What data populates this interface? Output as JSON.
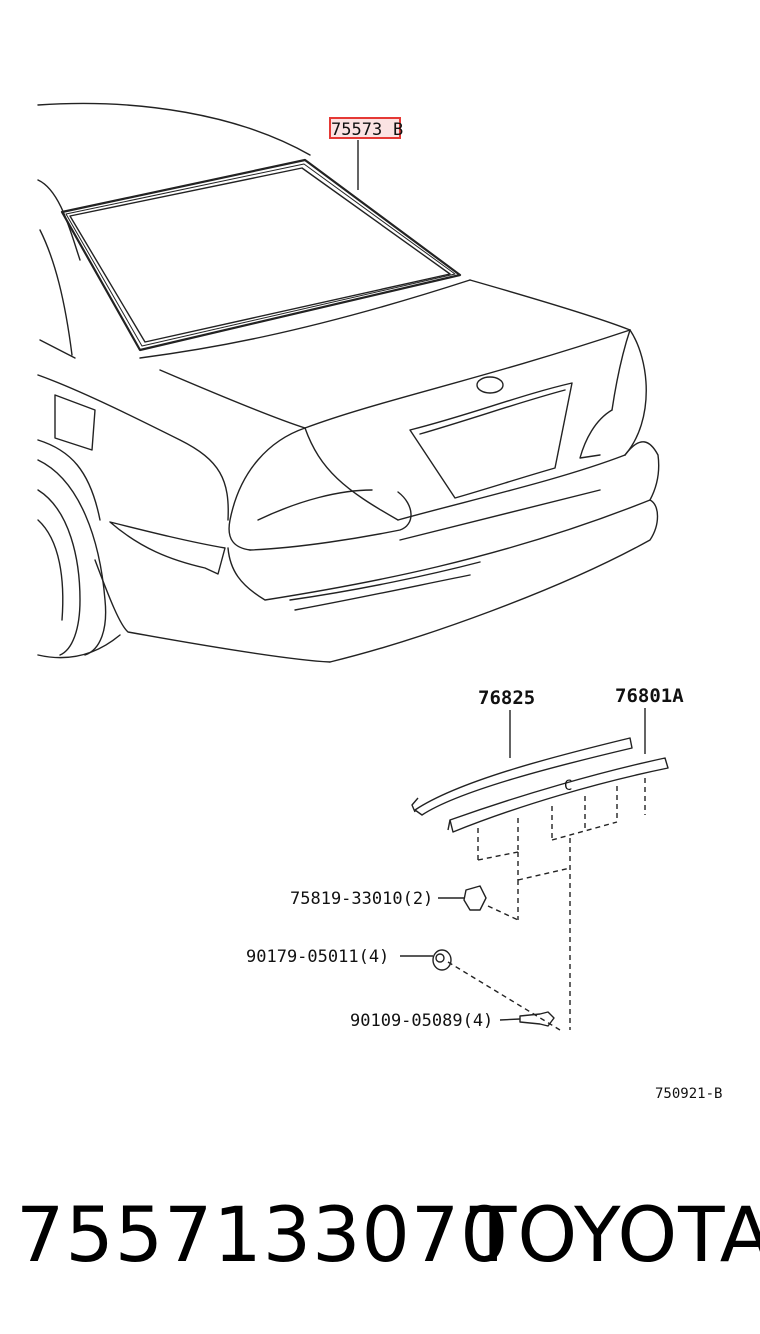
{
  "diagram": {
    "callouts": {
      "seal_partial": "75573",
      "seal_suffix": "B",
      "spoiler_cover": "76825",
      "spoiler": "76801A",
      "clip": "75819-33010(2)",
      "nut": "90179-05011(4)",
      "bolt": "90109-05089(4)",
      "spoiler_mark": "C"
    },
    "reference_code": "750921-B",
    "highlight_color": "#e53935"
  },
  "caption": {
    "part_number": "7557133070",
    "brand": "TOYOTA"
  }
}
